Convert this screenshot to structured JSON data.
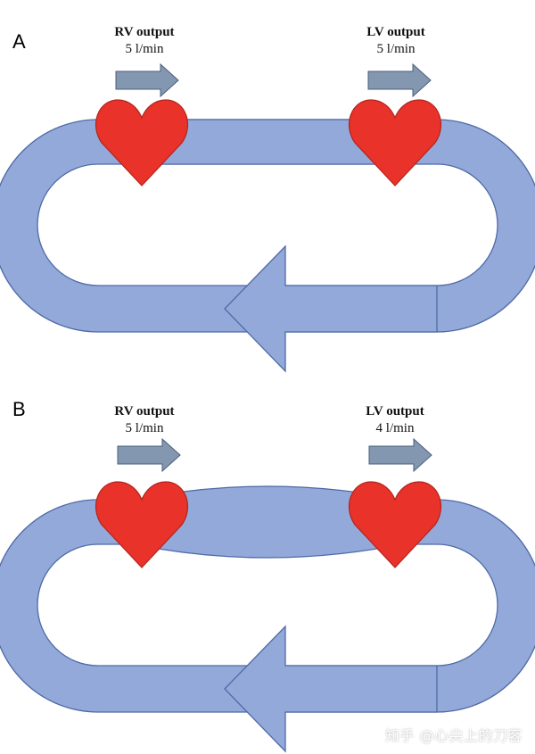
{
  "colors": {
    "vessel": "#93a9d9",
    "vessel_stroke": "#4f6aa8",
    "heart": "#e8322a",
    "heart_stroke": "#b3241d",
    "arrow": "#8497b0",
    "arrow_stroke": "#4a5f7c"
  },
  "icons": {
    "heart": "heart-icon",
    "flow_arrow": "right-arrow-icon",
    "return_arrow": "left-arrow-icon"
  },
  "panels": [
    {
      "letter": "A",
      "rv": {
        "title": "RV output",
        "value": "5 l/min"
      },
      "lv": {
        "title": "LV output",
        "value": "5 l/min"
      },
      "pulmonary_congested": false
    },
    {
      "letter": "B",
      "rv": {
        "title": "RV output",
        "value": "5 l/min"
      },
      "lv": {
        "title": "LV output",
        "value": "4 l/min"
      },
      "pulmonary_congested": true
    }
  ],
  "watermark": "知乎 @心尖上的刀客"
}
